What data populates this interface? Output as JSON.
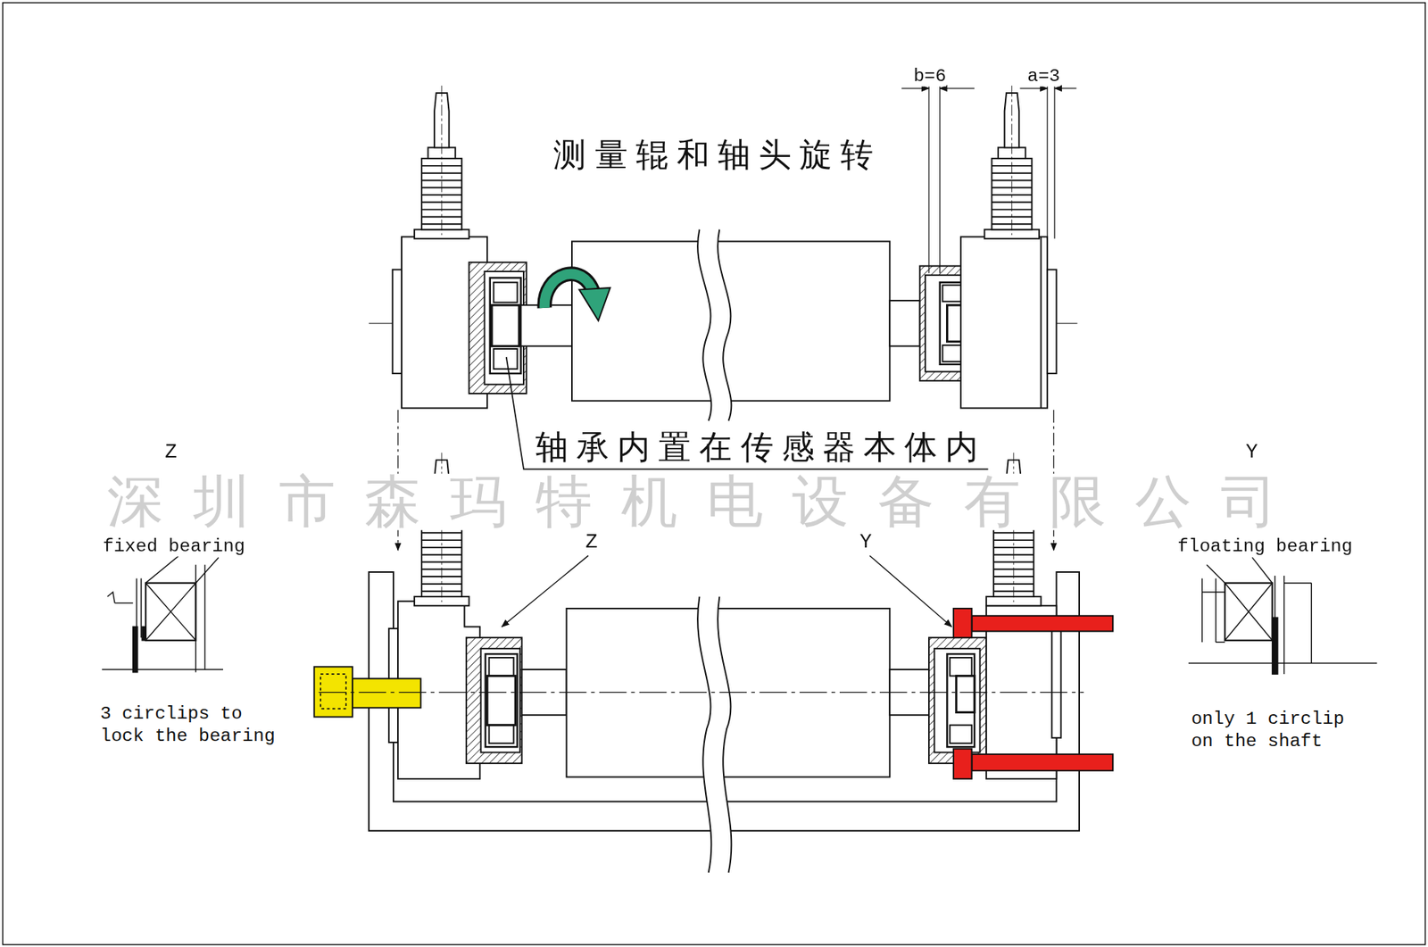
{
  "diagram": {
    "labels": [
      "测量辊和轴头旋转",
      "b=6",
      "a=3",
      "轴承内置在传感器本体内",
      "深圳市森玛特机电设备有限公司",
      "Z",
      "fixed bearing",
      "Y",
      "floating bearing",
      "Z",
      "Y",
      "3 circlips to lock the bearing",
      "only 1 circlip on the shaft"
    ]
  }
}
